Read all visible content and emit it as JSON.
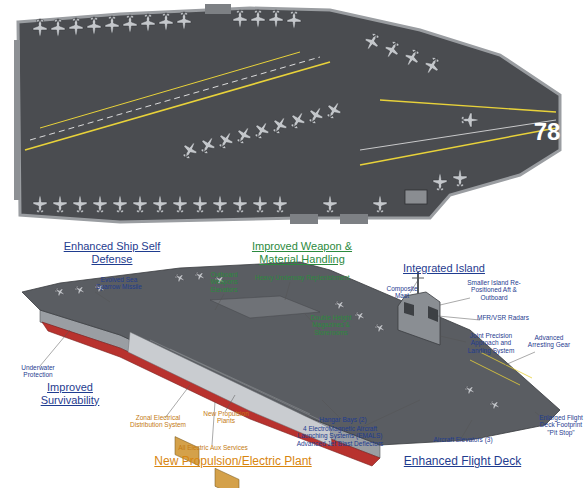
{
  "diagram": {
    "labels": [
      "78",
      "Enhanced Ship Self Defense",
      "Improved Weapon & Material Handling",
      "Outboard Weapons Elevators",
      "Heavy Underway Replenishment",
      "Integrated Island",
      "Evolved Sea Sparrow Missile",
      "Composite Mast",
      "Smaller Island Re-Positioned Aft & Outboard",
      "MFR/VSR Radars",
      "Double Height Magazines & Storerooms",
      "Joint Precision Approach and Landing System",
      "Advanced Arresting Gear",
      "Underwater Protection",
      "Improved Survivability",
      "New Propulsion Plants",
      "Hangar Bays (2)",
      "Zonal Electrical Distribution System",
      "Enlarged Flight Deck Footprint \"Pit Stop\"",
      "Aircraft Elevators (3)",
      "4 ElectroMagnetic Aircraft Launching Systems (EMALS) Advanced Jet Blast Deflectors",
      "All Electric Aux Services",
      "New Propulsion/Electric Plant",
      "Enhanced Flight Deck"
    ]
  }
}
